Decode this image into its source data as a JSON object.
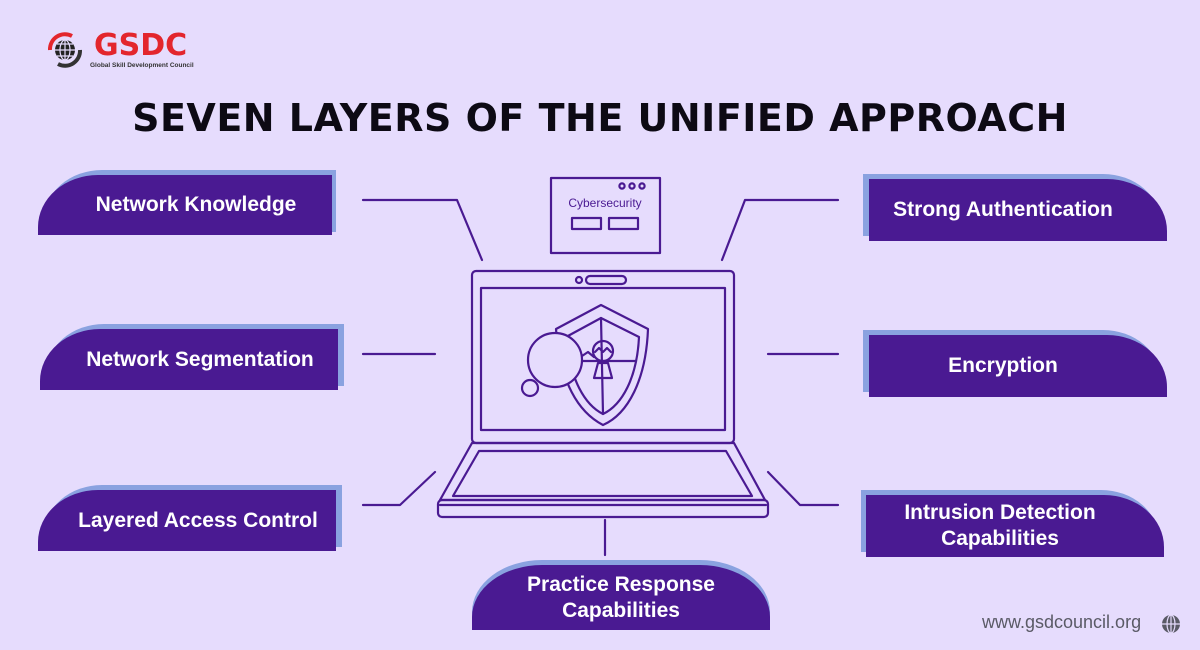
{
  "logo": {
    "name": "GSDC",
    "subtitle": "Global Skill Development Council",
    "brand_color": "#e3262d"
  },
  "title": "SEVEN LAYERS OF THE UNIFIED APPROACH",
  "center": {
    "window_label": "Cybersecurity",
    "illustration": "laptop-with-shield-icon"
  },
  "layers": [
    {
      "label": "Network Knowledge",
      "side": "left"
    },
    {
      "label": "Network Segmentation",
      "side": "left"
    },
    {
      "label": "Layered Access Control",
      "side": "left"
    },
    {
      "label": "Strong Authentication",
      "side": "right"
    },
    {
      "label": "Encryption",
      "side": "right"
    },
    {
      "label": "Intrusion Detection Capabilities",
      "side": "right"
    },
    {
      "label": "Practice Response Capabilities",
      "side": "bottom"
    }
  ],
  "colors": {
    "background": "#e6dcfd",
    "card": "#4a1a92",
    "card_shadow": "#8aa2e0",
    "line": "#4a1a92"
  },
  "footer": {
    "url": "www.gsdcouncil.org"
  }
}
